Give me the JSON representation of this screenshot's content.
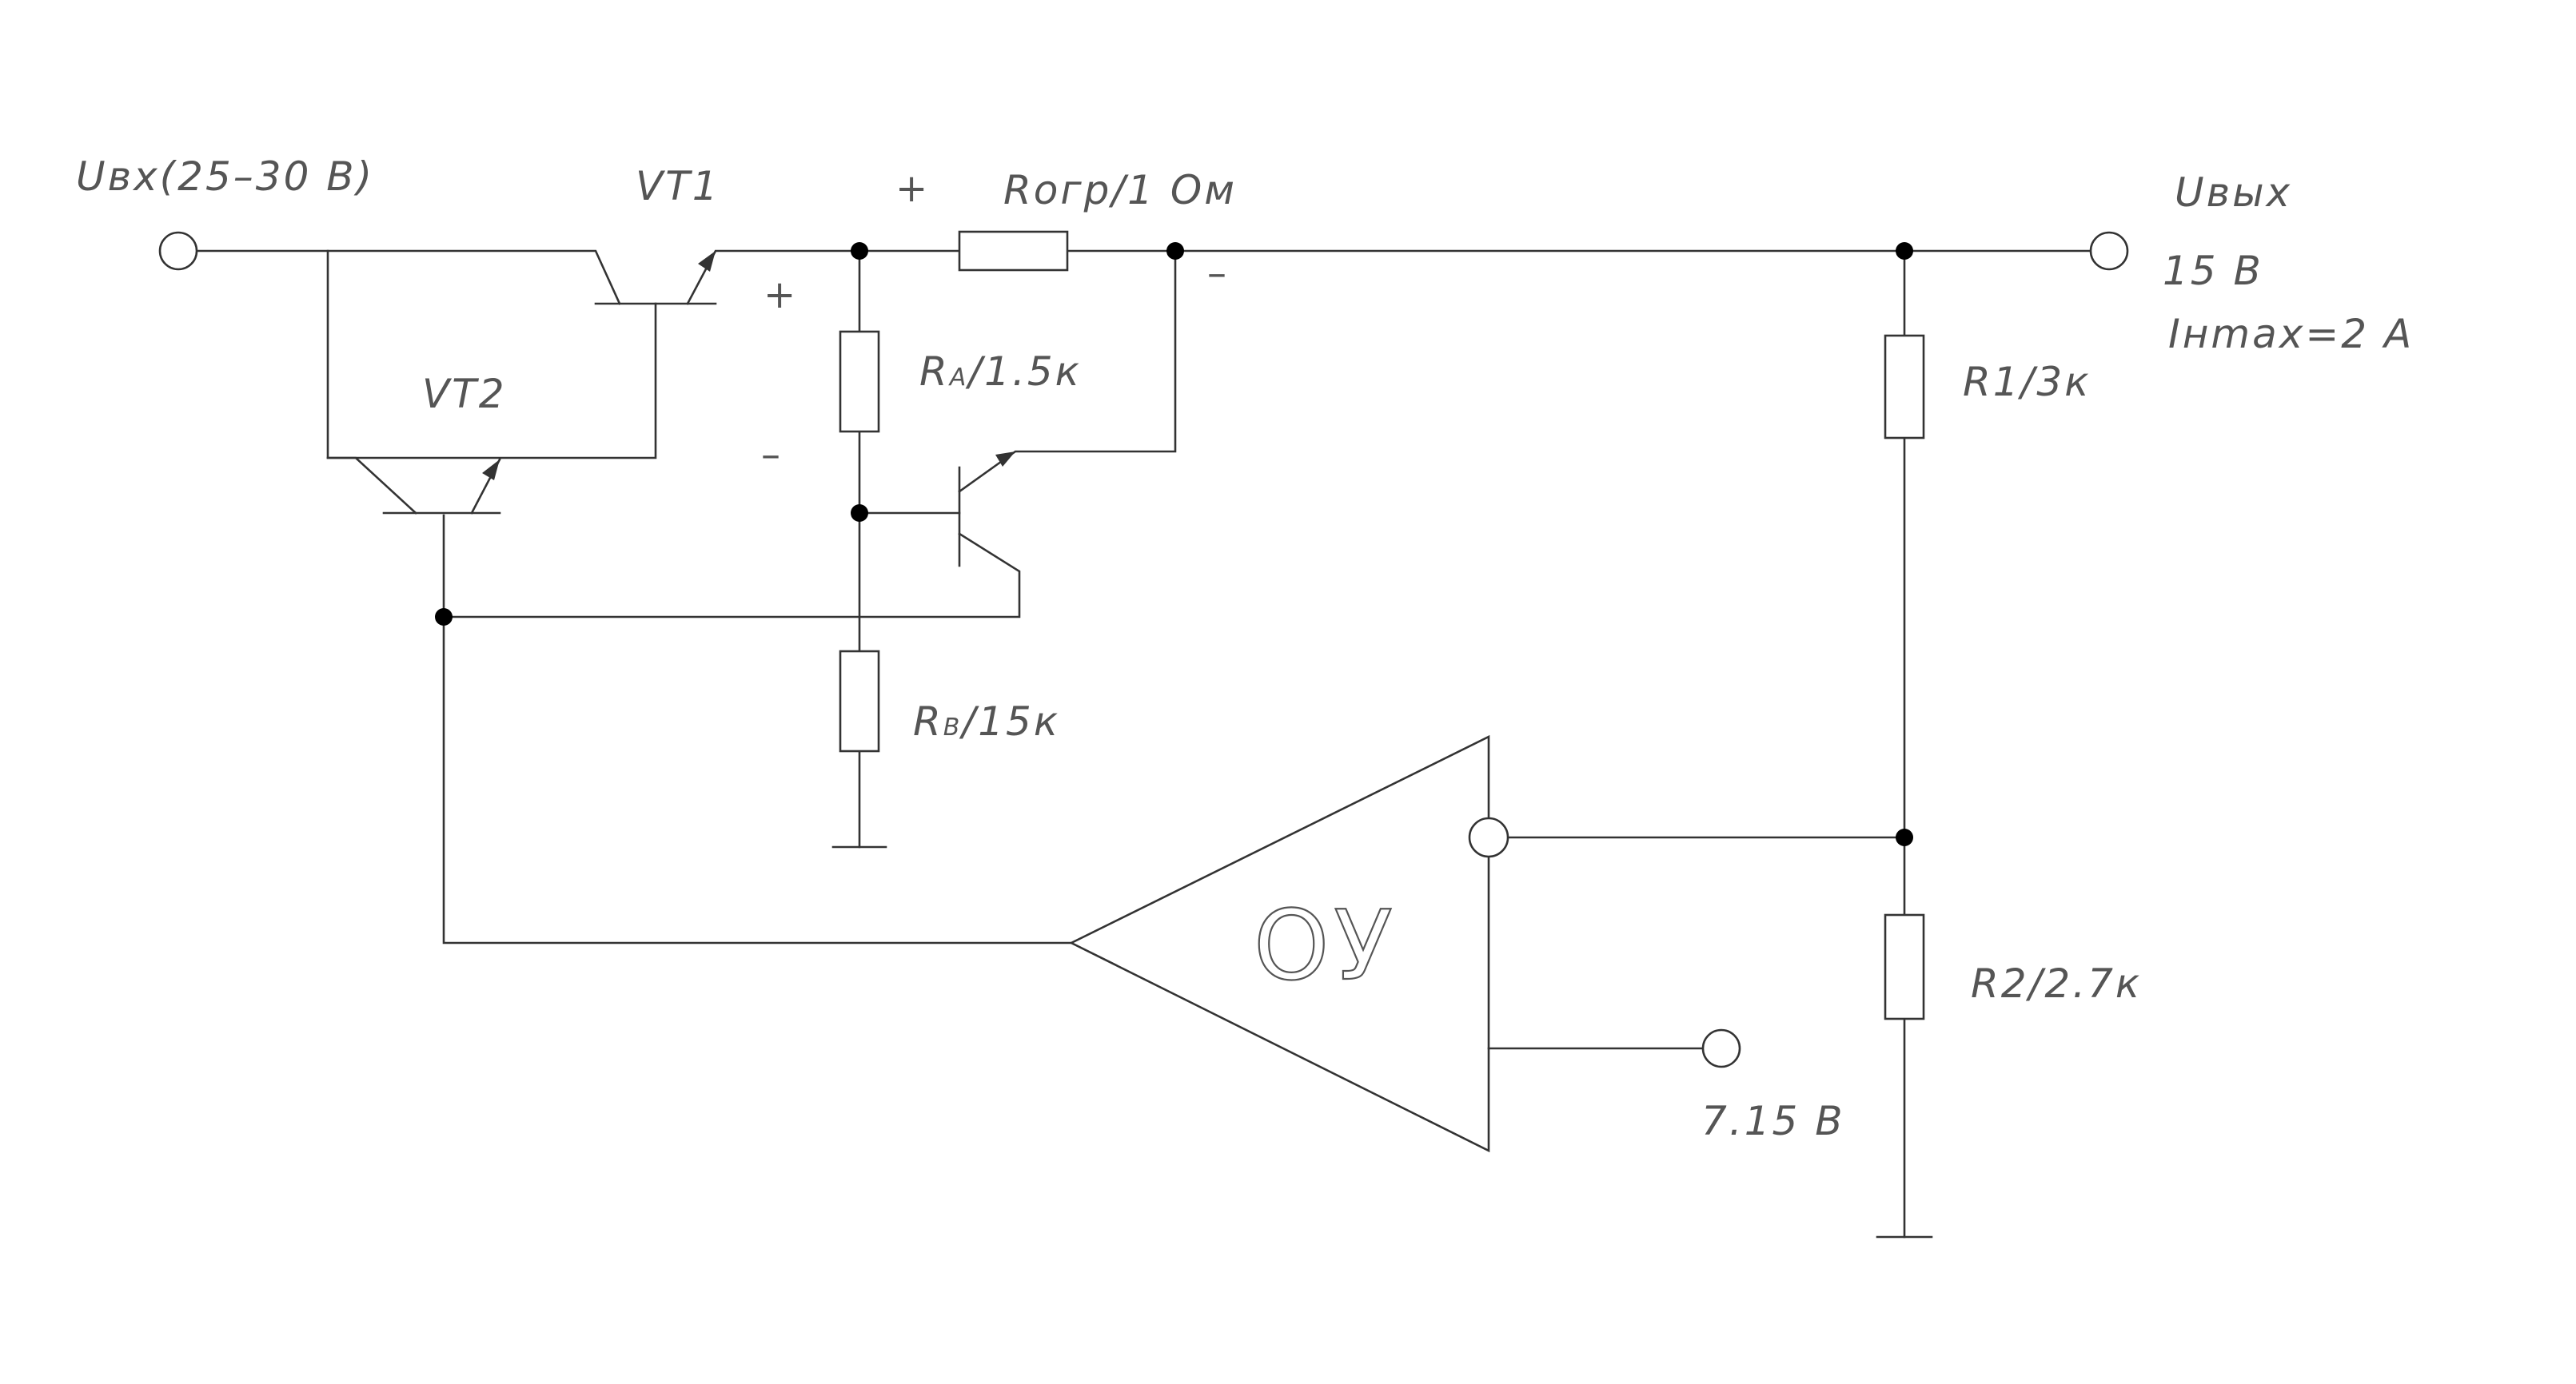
{
  "labels": {
    "u_in": "Uвх(25–30 В)",
    "vt1": "VT1",
    "vt2": "VT2",
    "r_lim": "Rогр/1 Ом",
    "ra_main": "R",
    "ra_sub": "A",
    "ra_value": "/1.5к",
    "rb_main": "R",
    "rb_sub": "B",
    "rb_value": "/15к",
    "r1": "R1/3к",
    "r2": "R2/2.7к",
    "u_out": "Uвых",
    "u_out_value": "15 В",
    "i_max": "Iнmax=2 А",
    "v_ref": "7.15 В",
    "opamp": "ОУ",
    "plus_vt1": "+",
    "minus_vt1": "–",
    "plus_rlim": "+",
    "minus_rlim": "–"
  },
  "colors": {
    "wire": "#333333",
    "text": "#555555",
    "node": "#000000",
    "background": "#ffffff"
  }
}
